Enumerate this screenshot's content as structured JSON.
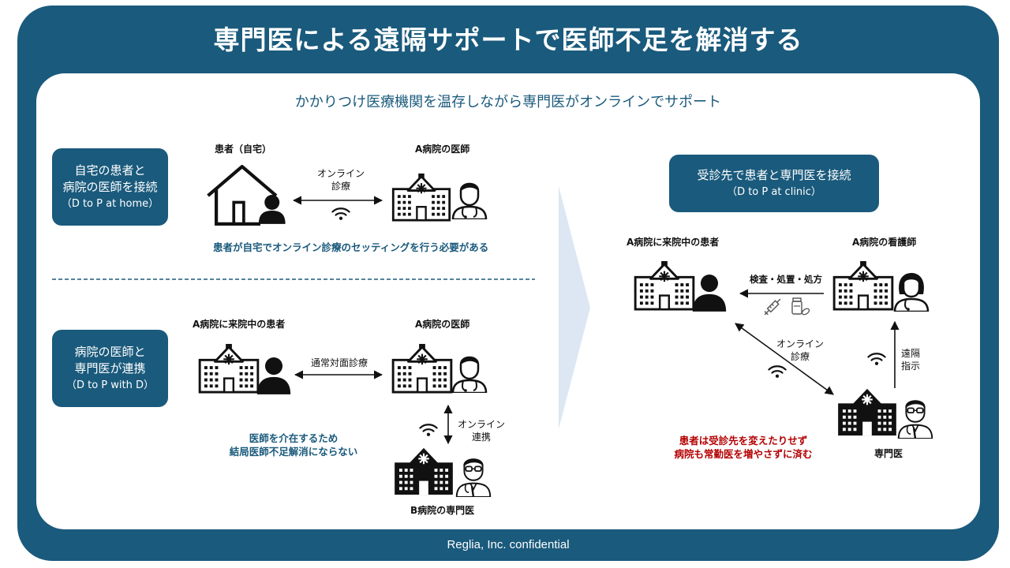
{
  "title": "専門医による遠隔サポートで医師不足を解消する",
  "subtitle": "かかりつけ医療機関を温存しながら専門医がオンラインでサポート",
  "footer": "Reglia, Inc. confidential",
  "section1": {
    "badge_line1": "自宅の患者と",
    "badge_line2": "病院の医師を接続",
    "badge_sub": "（D to P at home）",
    "patient_label": "患者（自宅）",
    "doctor_label": "A病院の医師",
    "link_line1": "オンライン",
    "link_line2": "診療",
    "note": "患者が自宅でオンライン診療のセッティングを行う必要がある"
  },
  "section2": {
    "badge_line1": "病院の医師と",
    "badge_line2": "専門医が連携",
    "badge_sub": "（D to P with D）",
    "patient_label": "A病院に来院中の患者",
    "doctor_label": "A病院の医師",
    "link_label": "通常対面診療",
    "online_line1": "オンライン",
    "online_line2": "連携",
    "specialist_label": "B病院の専門医",
    "note_line1": "医師を介在するため",
    "note_line2": "結局医師不足解消にならない"
  },
  "section3": {
    "badge_line1": "受診先で患者と専門医を接続",
    "badge_sub": "（D to P at clinic）",
    "patient_label": "A病院に来院中の患者",
    "nurse_label": "A病院の看護師",
    "exam_label": "検査・処置・処方",
    "online_line1": "オンライン",
    "online_line2": "診療",
    "remote_line1": "遠隔",
    "remote_line2": "指示",
    "specialist_label": "専門医",
    "note_line1": "患者は受診先を変えたりせず",
    "note_line2": "病院も常勤医を増やさずに済む"
  },
  "colors": {
    "brand": "#1a5a7c",
    "accent_red": "#b30000",
    "arrow_light": "#dce7f3"
  },
  "icons": [
    "house-icon",
    "person-icon",
    "hospital-icon",
    "doctor-icon",
    "nurse-icon",
    "specialist-icon",
    "wifi-icon",
    "syringe-icon",
    "medicine-icon"
  ]
}
